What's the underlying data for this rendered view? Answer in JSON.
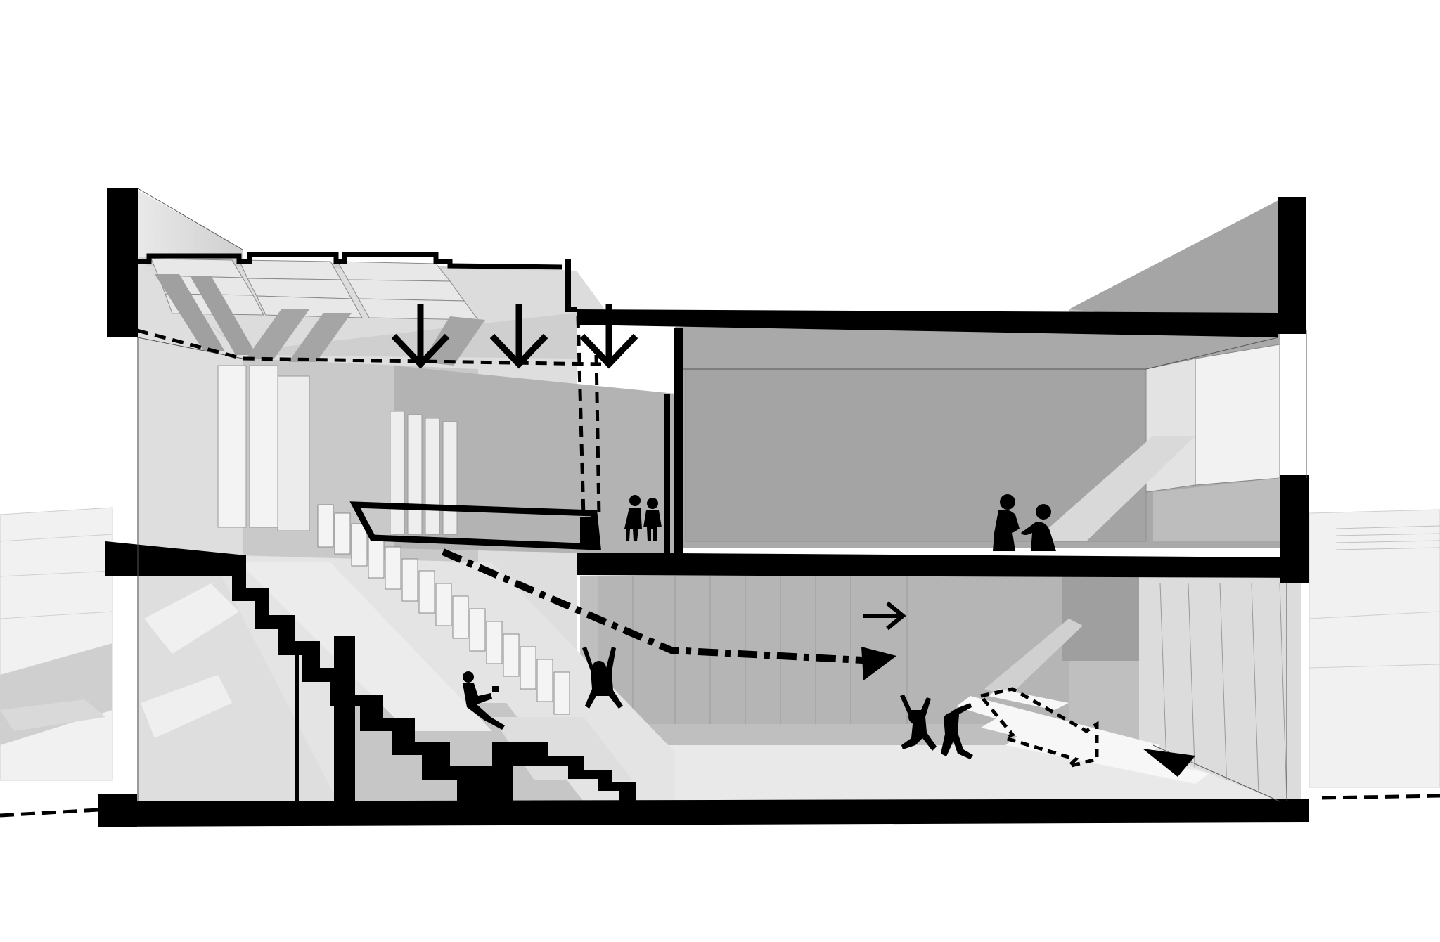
{
  "diagram": {
    "type": "architectural-section-perspective",
    "style": "grayscale-axonometric",
    "colors": {
      "solid_cut": "#000000",
      "interior_shade": "#a9a9a9",
      "interior_light": "#d6d6d6",
      "context": "#ececec",
      "background": "#ffffff",
      "outline": "#555555"
    },
    "levels": [
      "ground-floor",
      "upper-floor"
    ],
    "spaces": [
      "skylight-roof",
      "stepped-amphitheatre-stair",
      "upper-classroom",
      "ground-floor-play-hall",
      "mezzanine-bridge"
    ],
    "flows": [
      {
        "kind": "daylight",
        "direction": "down",
        "count": 3
      },
      {
        "kind": "circulation",
        "path": "stair-to-play-hall"
      },
      {
        "kind": "circulation",
        "path": "hall-to-courtyard"
      },
      {
        "kind": "ventilation",
        "direction": "right"
      }
    ],
    "occupants": [
      {
        "group": "children-walking",
        "count": 2,
        "level": "upper-floor"
      },
      {
        "group": "children-playing",
        "count": 2,
        "level": "upper-floor"
      },
      {
        "group": "person-seated-on-steps",
        "count": 1,
        "level": "ground-floor"
      },
      {
        "group": "person-cheering-on-steps",
        "count": 1,
        "level": "ground-floor"
      },
      {
        "group": "children-jumping",
        "count": 2,
        "level": "ground-floor"
      }
    ]
  }
}
